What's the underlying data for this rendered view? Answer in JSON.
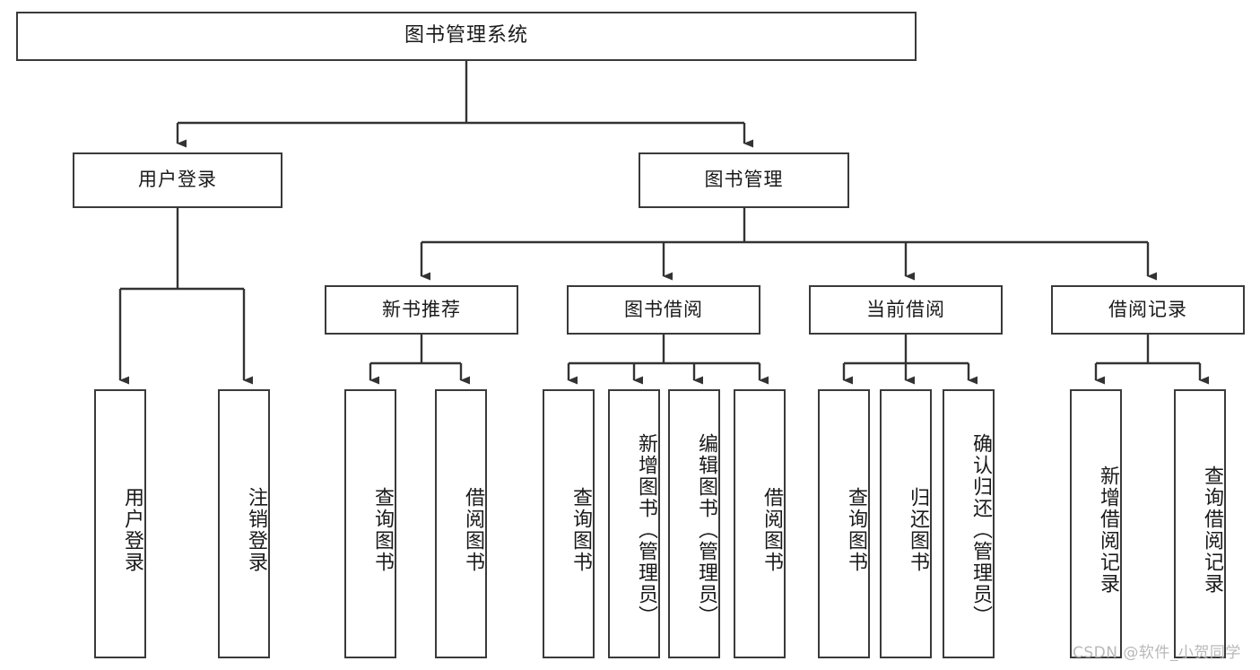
{
  "diagram": {
    "title": "图书管理系统",
    "type": "function-hierarchy-tree",
    "levels": 4
  },
  "root": {
    "label": "图书管理系统"
  },
  "level2": [
    {
      "label": "用户登录"
    },
    {
      "label": "图书管理"
    }
  ],
  "level3": [
    {
      "label": "新书推荐"
    },
    {
      "label": "图书借阅"
    },
    {
      "label": "当前借阅"
    },
    {
      "label": "借阅记录"
    }
  ],
  "leaves": {
    "user_login": [
      {
        "label": "用户登录"
      },
      {
        "label": "注销登录"
      }
    ],
    "new_book_recommend": [
      {
        "label": "查询图书"
      },
      {
        "label": "借阅图书"
      }
    ],
    "book_borrow": [
      {
        "label": "查询图书"
      },
      {
        "label": "新增图书（管理员）"
      },
      {
        "label": "编辑图书（管理员）"
      },
      {
        "label": "借阅图书"
      }
    ],
    "current_borrow": [
      {
        "label": "查询图书"
      },
      {
        "label": "归还图书"
      },
      {
        "label": "确认归还（管理员）"
      }
    ],
    "borrow_record": [
      {
        "label": "新增借阅记录"
      },
      {
        "label": "查询借阅记录"
      }
    ]
  },
  "watermark": {
    "text": "CSDN @软件_小贺同学"
  },
  "colors": {
    "border": "#3a3a3a",
    "background": "#ffffff",
    "text": "#1a1a1a",
    "edge": "#333333",
    "watermark": "#b9b9b9"
  }
}
